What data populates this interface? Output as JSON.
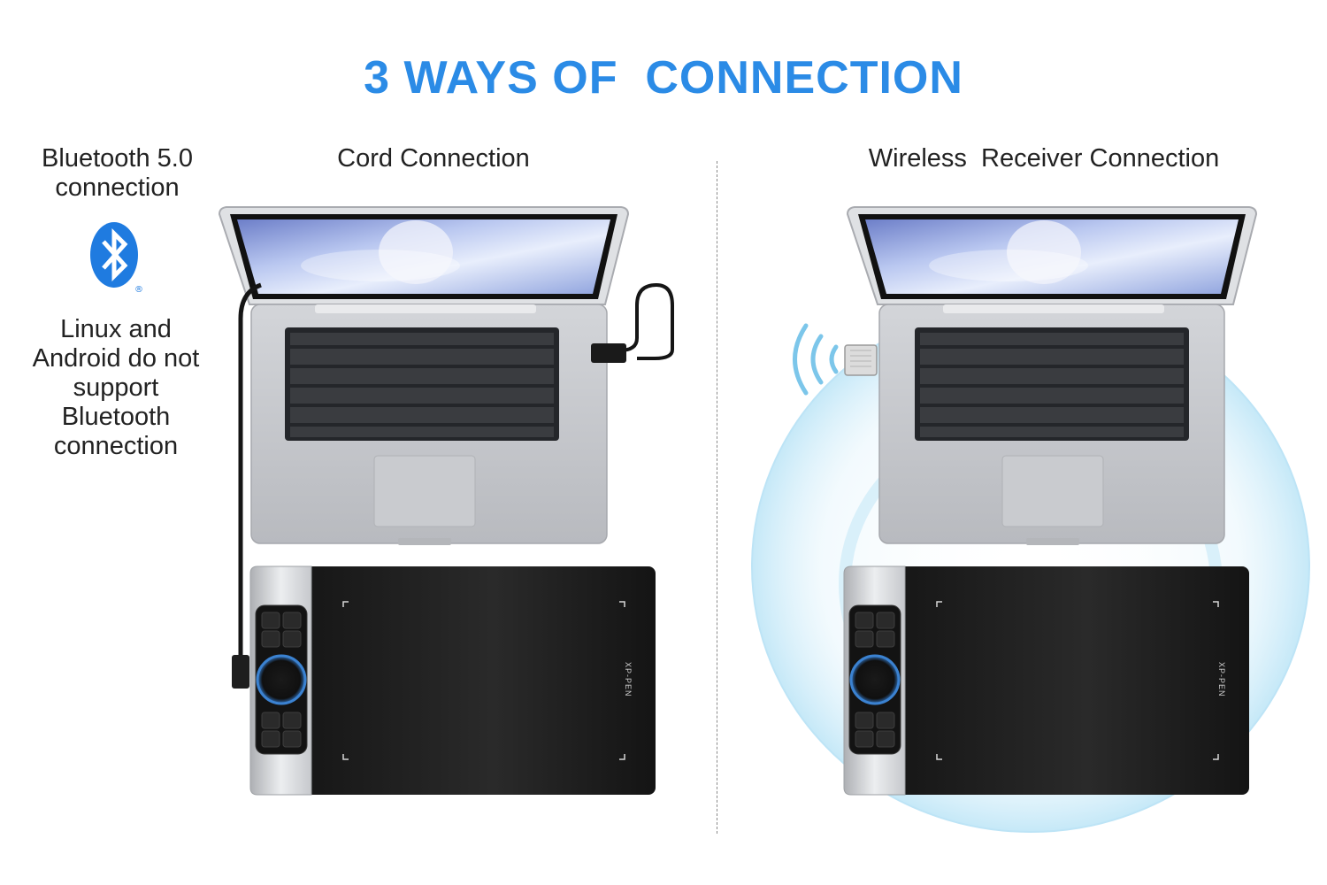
{
  "title": "3 WAYS OF  CONNECTION",
  "colors": {
    "title": "#2b8be6",
    "bluetooth": "#1f7be0",
    "wave": "#7cc6ea",
    "tablet": "#1b1b1b",
    "laptop": "#c4c6ca"
  },
  "bluetooth": {
    "heading": "Bluetooth 5.0\nconnection",
    "icon": "bluetooth-icon",
    "registered": "®",
    "note": "Linux and\nAndroid do not\nsupport\nBluetooth\nconnection"
  },
  "cord": {
    "title": "Cord Connection"
  },
  "wireless": {
    "title": "Wireless  Receiver Connection"
  },
  "tablet": {
    "brand": "XP-PEN"
  }
}
